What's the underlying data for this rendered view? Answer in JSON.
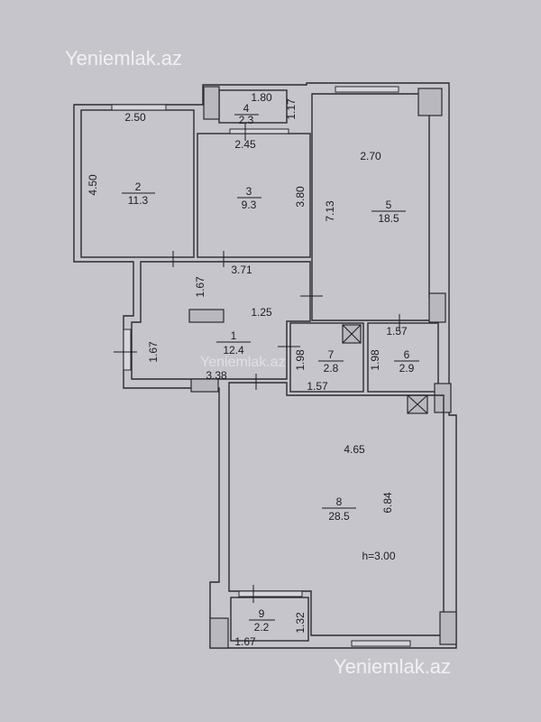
{
  "watermarks": [
    "Yeniemlak.az",
    "Yeniemlak.az",
    "Yeniemlak.az"
  ],
  "ceiling_height": "h=3.00",
  "rooms": [
    {
      "number": "1",
      "area": "12.4"
    },
    {
      "number": "2",
      "area": "11.3"
    },
    {
      "number": "3",
      "area": "9.3"
    },
    {
      "number": "4",
      "area": "2.3"
    },
    {
      "number": "5",
      "area": "18.5"
    },
    {
      "number": "6",
      "area": "2.9"
    },
    {
      "number": "7",
      "area": "2.8"
    },
    {
      "number": "8",
      "area": "28.5"
    },
    {
      "number": "9",
      "area": "2.2"
    }
  ],
  "dimensions": {
    "r4_width": "1.80",
    "r4_depth": "1.17",
    "r2_width": "2.50",
    "r2_depth": "4.50",
    "r3_width": "2.45",
    "r3_depth": "3.80",
    "r5_width": "2.70",
    "r5_depth": "7.13",
    "hall_width": "3.71",
    "hall_depth": "1.67",
    "hall_mid": "1.25",
    "r1_depth": "1.67",
    "r1_width": "3.38",
    "r7_depth": "1.98",
    "r7_width": "1.57",
    "r6_width": "1.57",
    "r6_depth": "1.98",
    "r8_width": "4.65",
    "r8_depth": "6.84",
    "r9_depth": "1.32",
    "r9_width": "1.67"
  }
}
